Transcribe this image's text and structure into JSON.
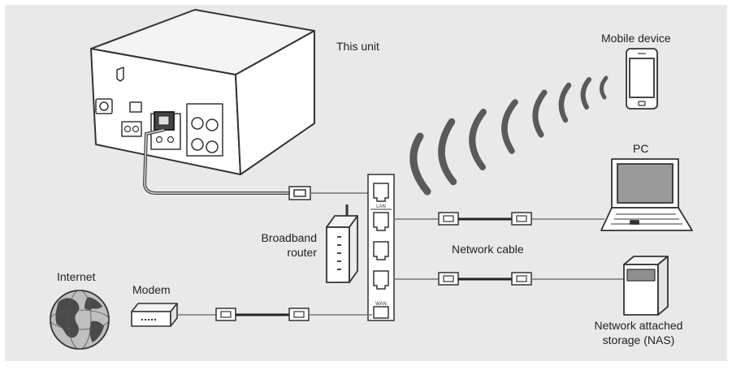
{
  "labels": {
    "this_unit": "This unit",
    "mobile_device": "Mobile device",
    "pc": "PC",
    "broadband_router": "Broadband\nrouter",
    "network_cable": "Network cable",
    "internet": "Internet",
    "modem": "Modem",
    "nas": "Network attached\nstorage (NAS)"
  },
  "port_labels": {
    "lan": "LAN",
    "wan": "WAN"
  },
  "colors": {
    "background": "#e9e9e9",
    "device_fill": "#ffffff",
    "outline": "#333333",
    "cable": "#444444",
    "wave": "#555555",
    "screen": "#9a9a9a"
  }
}
